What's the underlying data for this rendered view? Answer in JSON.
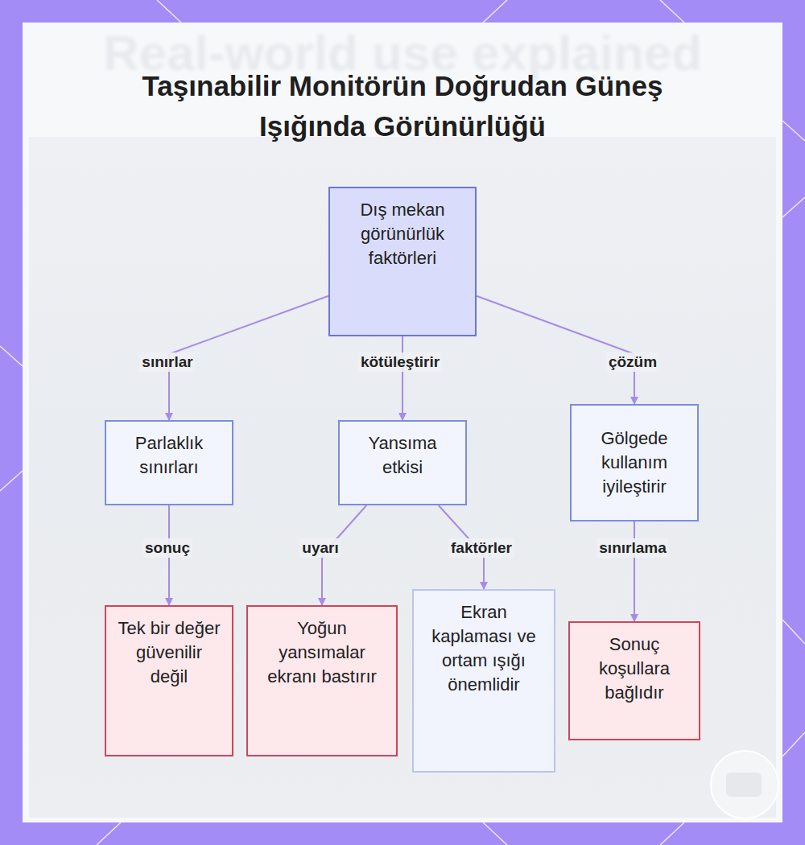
{
  "diagram": {
    "title": "Taşınabilir Monitörün Doğrudan Güneş Işığında Görünürlüğü",
    "nodes": [
      {
        "text": [
          "Dış mekan görünürlük faktörleri"
        ]
      },
      {
        "text": [
          "Parlaklık sınırları"
        ]
      },
      {
        "text": [
          "Yansıma etkisi"
        ]
      },
      {
        "text": [
          "Gölgede kullanım iyileştirir"
        ]
      },
      {
        "text": [
          "Tek bir değer güvenilir değil"
        ]
      },
      {
        "text": [
          "Yoğun yansımalar ekranı bastırır"
        ]
      },
      {
        "text": [
          "Ekran kaplaması ve ortam ışığı önemlidir"
        ]
      },
      {
        "text": [
          "Sonuç koşullara bağlıdır"
        ]
      }
    ],
    "edges": [
      {
        "from": 0,
        "to": 1,
        "label": "sınırlar",
        "arrow": "to"
      },
      {
        "from": 0,
        "to": 2,
        "label": "kötüleştirir",
        "arrow": "to"
      },
      {
        "from": 0,
        "to": 3,
        "label": "çözüm",
        "arrow": "to"
      },
      {
        "from": 1,
        "to": 4,
        "label": "sonuç",
        "arrow": "to"
      },
      {
        "from": 2,
        "to": 5,
        "label": "uyarı",
        "arrow": "to"
      },
      {
        "from": 2,
        "to": 6,
        "label": "faktörler",
        "arrow": "to"
      },
      {
        "from": 3,
        "to": 7,
        "label": "sınırlama",
        "arrow": "to"
      }
    ],
    "labels": [
      "Real-world use explained"
    ]
  }
}
